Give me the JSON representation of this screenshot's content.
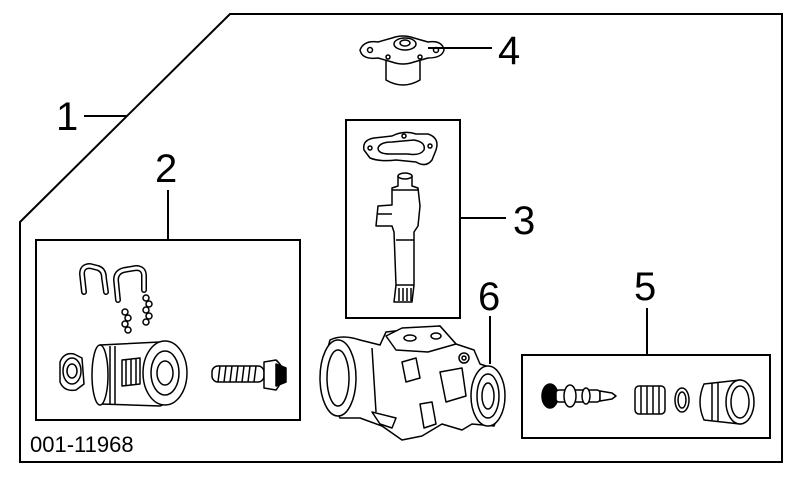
{
  "callouts": [
    "1",
    "2",
    "3",
    "4",
    "5",
    "6"
  ],
  "diagram_id": "001-11968",
  "colors": {
    "line": "#000000",
    "background": "#ffffff"
  }
}
